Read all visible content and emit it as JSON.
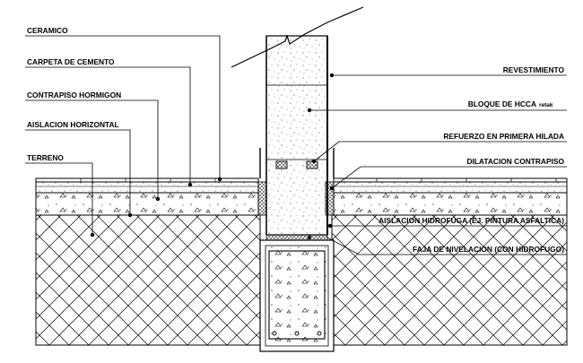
{
  "labels": {
    "ceramico": "CERAMICO",
    "carpeta": "CARPETA DE CEMENTO",
    "contrapiso": "CONTRAPISO HORMIGON",
    "aislacion_horizontal": "AISLACION HORIZONTAL",
    "terreno": "TERRENO",
    "revestimiento": "REVESTIMIENTO",
    "bloque": "BLOQUE DE HCCA",
    "bloque_suffix": "retak",
    "refuerzo": "REFUERZO EN PRIMERA HILADA",
    "dilatacion": "DILATACION CONTRAPISO",
    "aislacion_hidrofuga": "AISLACION HIDROFUGA (EJ. PINTURA ASFALTICA)",
    "faja": "FAJA DE NIVELACION (CON HIDROFUGO)"
  },
  "colors": {
    "line": "#000000",
    "background": "#ffffff"
  }
}
